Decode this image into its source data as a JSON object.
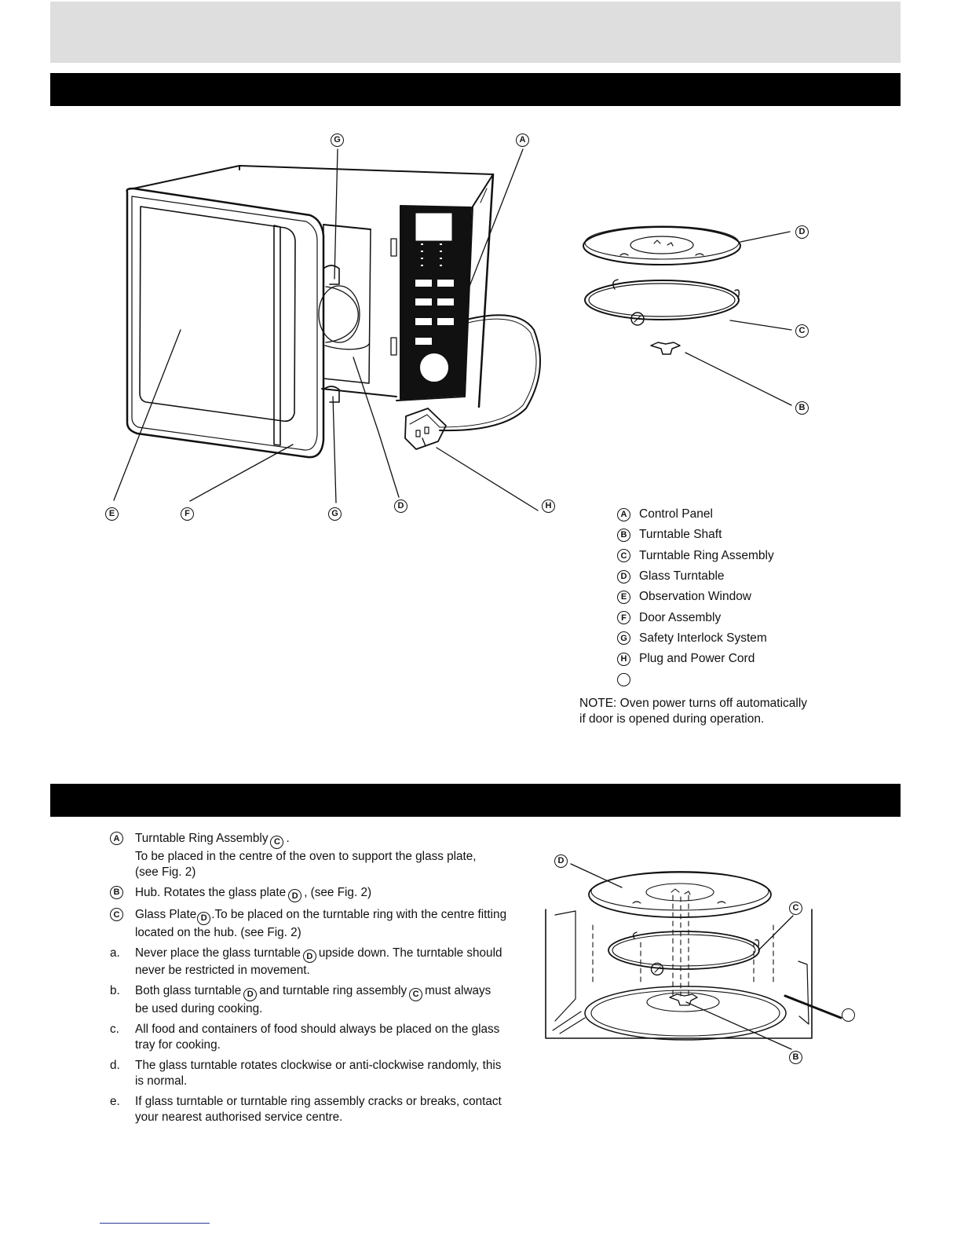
{
  "callouts": {
    "main": {
      "G_top": "G",
      "A_top": "A",
      "E": "E",
      "F": "F",
      "G_bottom": "G",
      "D": "D",
      "H": "H"
    },
    "parts": {
      "D": "D",
      "C": "C",
      "B": "B"
    },
    "fig2": {
      "D": "D",
      "C": "C",
      "B": "B"
    }
  },
  "legend": [
    {
      "letter": "A",
      "label": "Control Panel"
    },
    {
      "letter": "B",
      "label": "Turntable Shaft"
    },
    {
      "letter": "C",
      "label": "Turntable Ring Assembly"
    },
    {
      "letter": "D",
      "label": "Glass Turntable"
    },
    {
      "letter": "E",
      "label": "Observation Window"
    },
    {
      "letter": "F",
      "label": "Door Assembly"
    },
    {
      "letter": "G",
      "label": "Safety Interlock System"
    },
    {
      "letter": "H",
      "label": "Plug and Power Cord"
    },
    {
      "letter": "",
      "label": ""
    }
  ],
  "note": {
    "line1": "NOTE: Oven power turns off automatically",
    "line2": "if door is opened during operation."
  },
  "instructions": {
    "A": {
      "letter": "A",
      "text1": "Turntable Ring Assembly",
      "ref": "C",
      "text2": ".",
      "line2": "To be placed in the centre of the oven to support the glass plate,",
      "line3": "(see Fig. 2)"
    },
    "B": {
      "letter": "B",
      "text1": "Hub. Rotates the glass plate",
      "ref": "D",
      "text2": ", (see Fig. 2)"
    },
    "C": {
      "letter": "C",
      "text1": "Glass Plate",
      "ref": "D",
      "text2": ".To be placed on the turntable ring with the centre fitting",
      "line2": "located on the hub. (see Fig. 2)"
    },
    "a": {
      "marker": "a.",
      "text1": "Never place the glass turntable",
      "ref": "D",
      "text2": "upside down. The turntable should",
      "line2": "never be restricted in movement."
    },
    "b": {
      "marker": "b.",
      "text1": "Both glass turntable",
      "ref": "D",
      "text2": "and turntable ring assembly",
      "ref2": "C",
      "text3": "must always",
      "line2": "be used during cooking."
    },
    "c": {
      "marker": "c.",
      "text1": "All food and containers of food should always be placed on the glass",
      "line2": "tray for cooking."
    },
    "d": {
      "marker": "d.",
      "text1": "The glass turntable rotates clockwise or anti-clockwise randomly, this",
      "line2": "is normal."
    },
    "e": {
      "marker": "e.",
      "text1": "If glass turntable  or turntable ring assembly cracks or breaks, contact",
      "line2": "your nearest authorised service centre."
    }
  }
}
